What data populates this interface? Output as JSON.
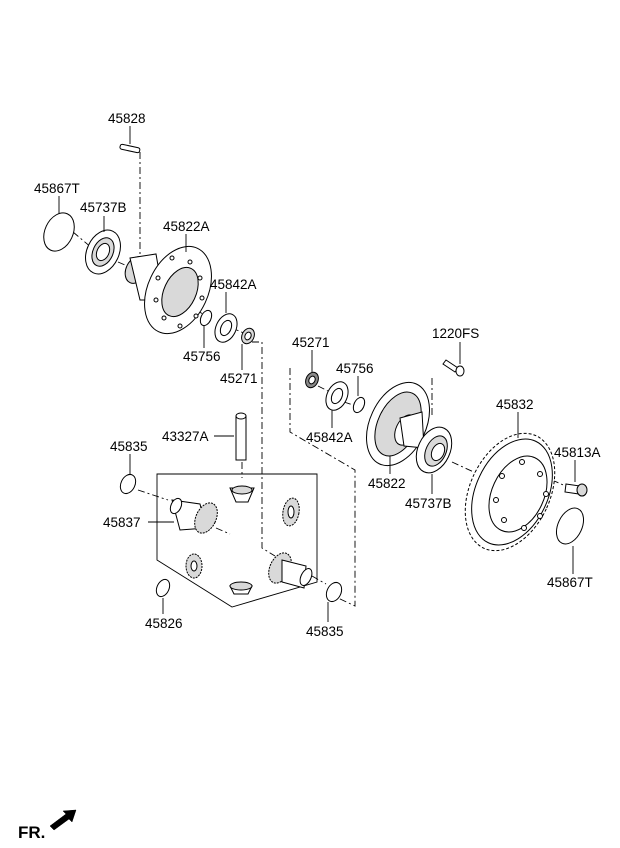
{
  "labels": {
    "p45828": "45828",
    "p45867T_top": "45867T",
    "p45737B_top": "45737B",
    "p45822A": "45822A",
    "p45842A_left": "45842A",
    "p45756_left": "45756",
    "p45271_left": "45271",
    "p45271_mid": "45271",
    "p45756_mid": "45756",
    "p45842A_mid": "45842A",
    "p1220FS": "1220FS",
    "p45832": "45832",
    "p43327A": "43327A",
    "p45835_top": "45835",
    "p45813A": "45813A",
    "p45822": "45822",
    "p45737B_mid": "45737B",
    "p45837": "45837",
    "p45867T_right": "45867T",
    "p45826": "45826",
    "p45835_bot": "45835"
  },
  "fr_label": "FR."
}
